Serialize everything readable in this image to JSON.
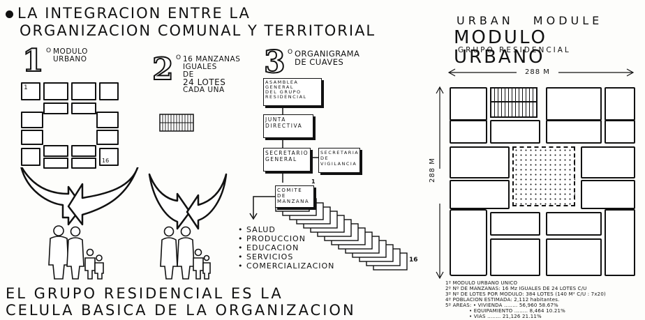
{
  "left": {
    "title_line1": "LA INTEGRACION ENTRE LA",
    "title_line2": "ORGANIZACION COMUNAL Y TERRITORIAL",
    "step1": {
      "num": "1",
      "sup": "o",
      "text_line1": "MODULO",
      "text_line2": "URBANO",
      "label_a": "1",
      "label_b": "16"
    },
    "step2": {
      "num": "2",
      "sup": "o",
      "text_lines": [
        "16 MANZANAS",
        "IGUALES",
        "DE",
        "24 LOTES",
        "CADA UNA"
      ]
    },
    "step3": {
      "num": "3",
      "sup": "o",
      "text_line1": "ORGANIGRAMA",
      "text_line2": "DE CUAVES",
      "box1": [
        "ASAMBLEA",
        "GENERAL",
        "DEL GRUPO",
        "RESIDENCIAL"
      ],
      "box2": [
        "JUNTA",
        "DIRECTIVA"
      ],
      "box3": [
        "SECRETARIO",
        "GENERAL"
      ],
      "box4": [
        "SECRETARIA",
        "DE",
        "VIGILANCIA"
      ],
      "box5": [
        "COMITE",
        "DE",
        "MANZANA"
      ],
      "stack_first": "1",
      "stack_last": "16",
      "committees": [
        "SALUD",
        "PRODUCCION",
        "EDUCACION",
        "SERVICIOS",
        "COMERCIALIZACION"
      ]
    },
    "bottom_line1": "EL GRUPO RESIDENCIAL ES LA",
    "bottom_line2": "CELULA BASICA DE LA ORGANIZACION"
  },
  "right": {
    "heading_en": "URBAN MODULE",
    "heading_es": "MODULO URBANO",
    "subheading": "GRUPO RESIDENCIAL",
    "dim_horizontal": "288 m",
    "dim_vertical": "288 m",
    "legend": [
      "1º MODULO URBANO UNICO",
      "2º Nº DE MANZANAS: 16 Mz IGUALES DE 24 LOTES C/U",
      "3º Nº DE LOTES POR MODULO: 384 LOTES (140 M² C/U : 7x20)",
      "4º POBLACION ESTIMADA: 2,112 habitantes.",
      "5º AREAS: • VIVIENDA ........ 56,960    58.67%",
      "• EQUIPAMIENTO ........ 8,464    10.21%",
      "• VIAS ........ 21,126    21.11%"
    ]
  }
}
